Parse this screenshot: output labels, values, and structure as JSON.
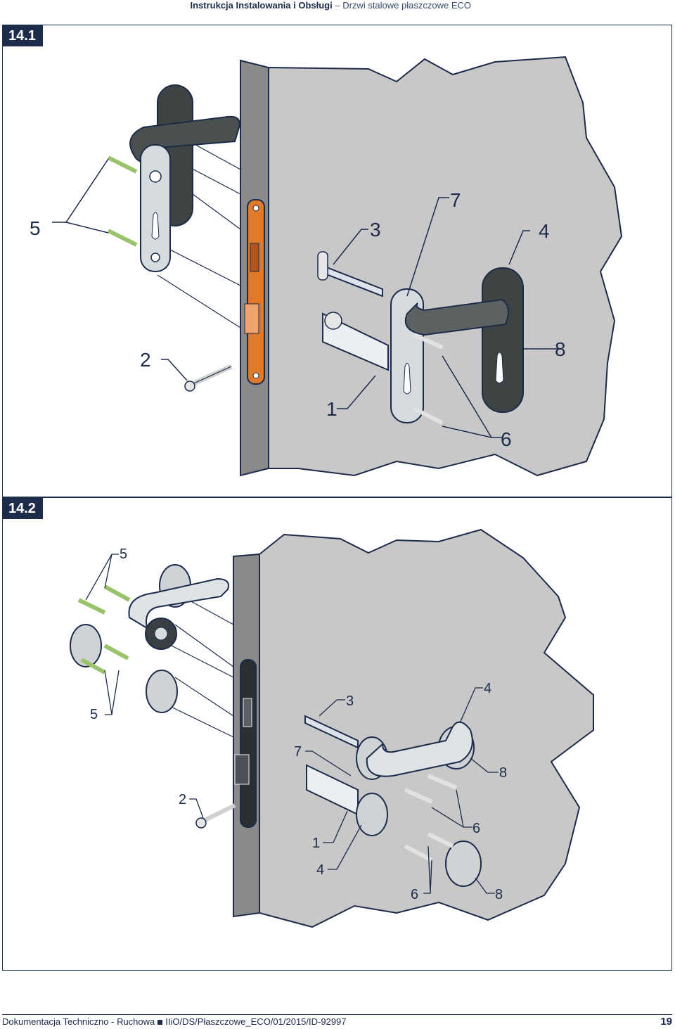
{
  "header": {
    "title_bold": "Instrukcja Instalowania i Obsługi",
    "separator": "–",
    "title_light": "Drzwi stalowe płaszczowe ECO"
  },
  "figures": [
    {
      "tag": "14.1",
      "callouts": [
        "5",
        "3",
        "7",
        "4",
        "8",
        "2",
        "1",
        "6"
      ]
    },
    {
      "tag": "14.2",
      "callouts": [
        "5",
        "5",
        "3",
        "4",
        "7",
        "8",
        "2",
        "6",
        "1",
        "4",
        "6",
        "8"
      ]
    }
  ],
  "footer": {
    "doc": "Dokumentacja Techniczno - Ruchowa",
    "ref": "IIiO/DS/Płaszczowe_ECO/01/2015/ID-92997",
    "page": "19"
  },
  "colors": {
    "ink": "#1d2b4a",
    "wall": "#c8c8c8",
    "door_edge": "#8a8a8a",
    "lock_plate": "#e07a2a",
    "handle_dark": "#4a4f4f"
  }
}
